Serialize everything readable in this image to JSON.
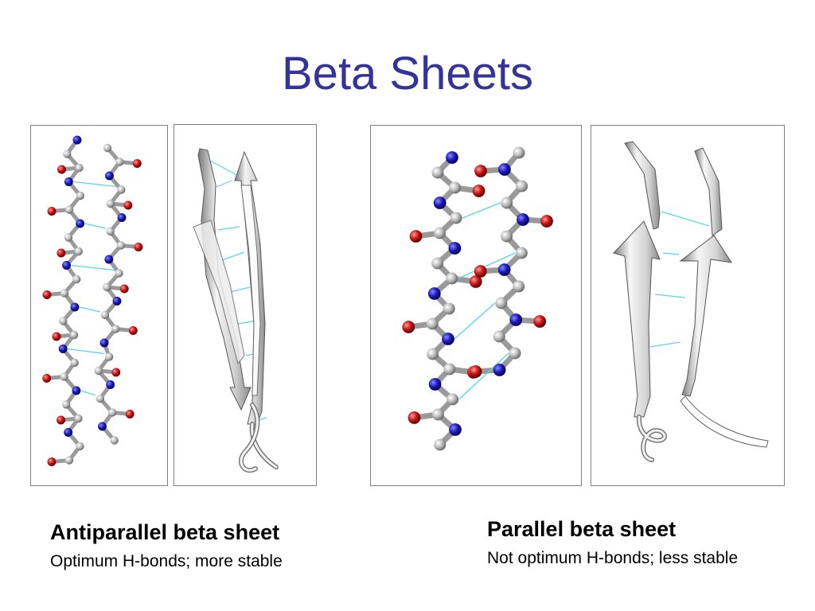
{
  "slide": {
    "title": "Beta Sheets"
  },
  "captions": {
    "antiparallel": {
      "title": "Antiparallel beta sheet",
      "subtitle": "Optimum H-bonds; more stable"
    },
    "parallel": {
      "title": "Parallel beta sheet",
      "subtitle": "Not optimum H-bonds; less stable"
    }
  },
  "colors": {
    "title": "#333399",
    "carbon": "#b8b8b8",
    "nitrogen": "#1a1ab8",
    "oxygen": "#c81414",
    "hbond": "#5ad6e6",
    "ribbon": "#e6e6e6"
  },
  "panels": [
    {
      "name": "antiparallel-ball-and-stick",
      "style": "ball-and-stick"
    },
    {
      "name": "antiparallel-ribbon",
      "style": "ribbon"
    },
    {
      "name": "parallel-ball-and-stick",
      "style": "ball-and-stick"
    },
    {
      "name": "parallel-ribbon",
      "style": "ribbon"
    }
  ]
}
